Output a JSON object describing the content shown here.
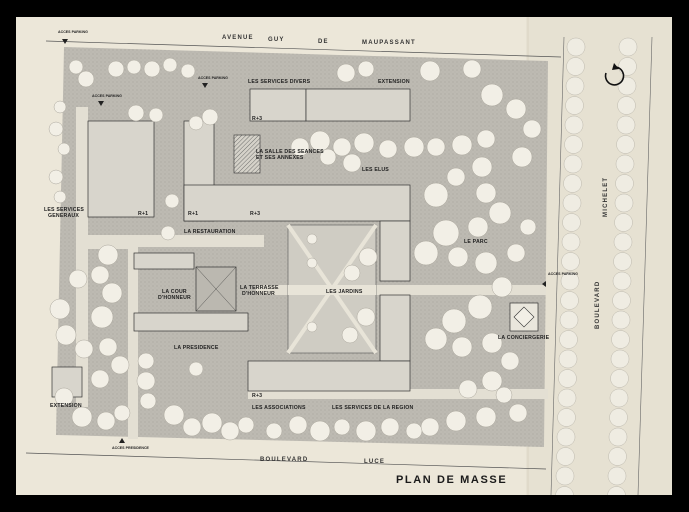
{
  "title": "PLAN DE MASSE",
  "streets": {
    "north": [
      "AVENUE",
      "GUY",
      "DE",
      "MAUPASSANT"
    ],
    "south": [
      "BOULEVARD",
      "LUCE"
    ],
    "east": [
      "BOULEVARD",
      "MICHELET"
    ]
  },
  "access": {
    "a1": "ACCES PARKING",
    "a2": "ACCES PARKING",
    "a3": "ACCES PARKING",
    "a4": "ACCES PARKING",
    "a5": "ACCES PRESIDENCE"
  },
  "labels": {
    "services_divers": "LES SERVICES DIVERS",
    "extension_north": "EXTENSION",
    "salle_seances_1": "LA SALLE DES SEANCES",
    "salle_seances_2": "ET SES ANNEXES",
    "elus": "LES ELUS",
    "services_generaux_1": "LES SERVICES",
    "services_generaux_2": "GENERAUX",
    "restauration": "LA RESTAURATION",
    "parc": "LE PARC",
    "cour_1": "LA COUR",
    "cour_2": "D'HONNEUR",
    "terrasse_1": "LA TERRASSE",
    "terrasse_2": "D'HONNEUR",
    "jardins": "LES JARDINS",
    "conciergerie": "LA CONCIERGERIE",
    "presidence": "LA PRESIDENCE",
    "extension_south": "EXTENSION",
    "associations": "LES ASSOCIATIONS",
    "services_region": "LES SERVICES DE LA REGION"
  },
  "levels": {
    "r3_north": "R+3",
    "r1_west": "R+1",
    "r1_center": "R+1",
    "r3_center": "R+3",
    "r3_south": "R+3"
  },
  "icons": {
    "north_arrow": "north-arrow-icon"
  },
  "colors": {
    "paper": "#ece7d9",
    "ground": "#b9b6ae",
    "building": "#d8d5cc",
    "tree": "#f2efe6",
    "ink": "#222222"
  }
}
